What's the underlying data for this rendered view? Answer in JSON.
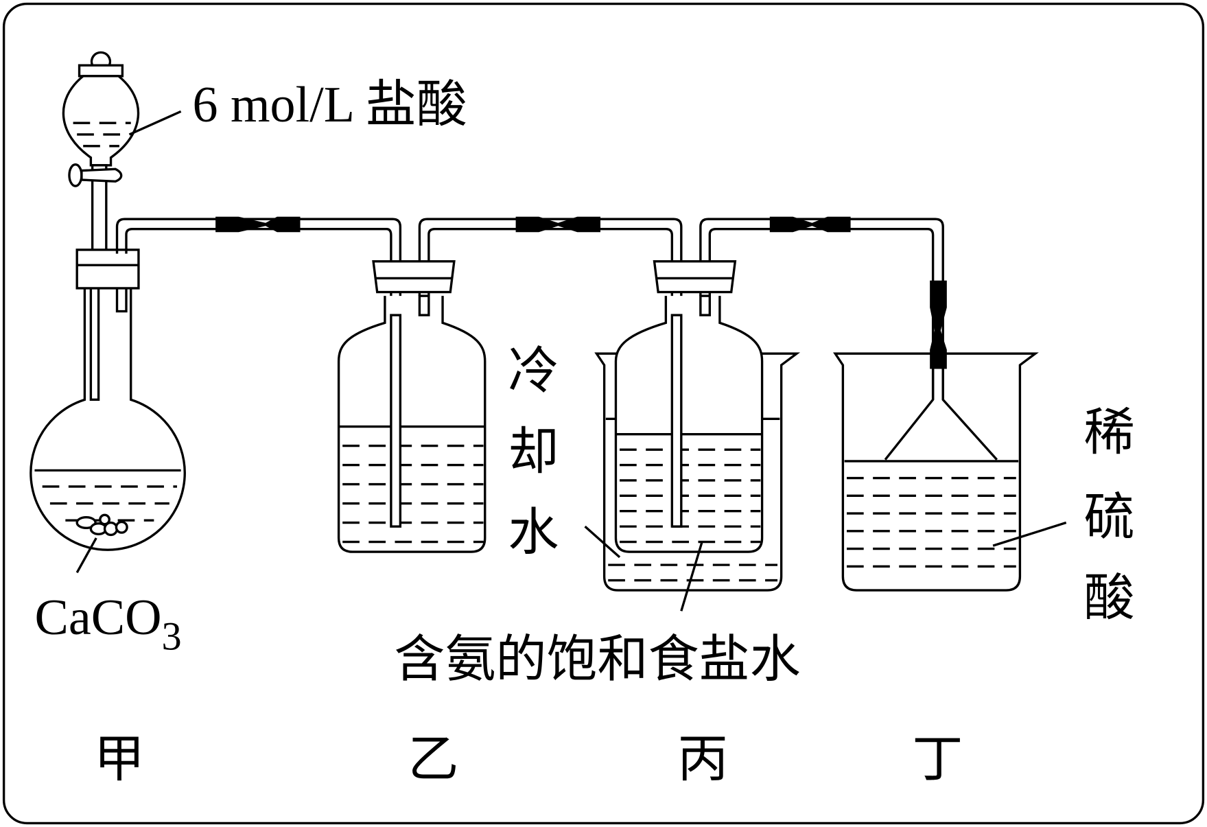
{
  "labels": {
    "funnel_reagent": "6 mol/L 盐酸",
    "solid": "CaCO",
    "solid_subscript": "3",
    "cooling_water": [
      "冷",
      "却",
      "水"
    ],
    "brine": "含氨的饱和食盐水",
    "acid": [
      "稀",
      "硫",
      "酸"
    ]
  },
  "apparatus": [
    "甲",
    "乙",
    "丙",
    "丁"
  ]
}
